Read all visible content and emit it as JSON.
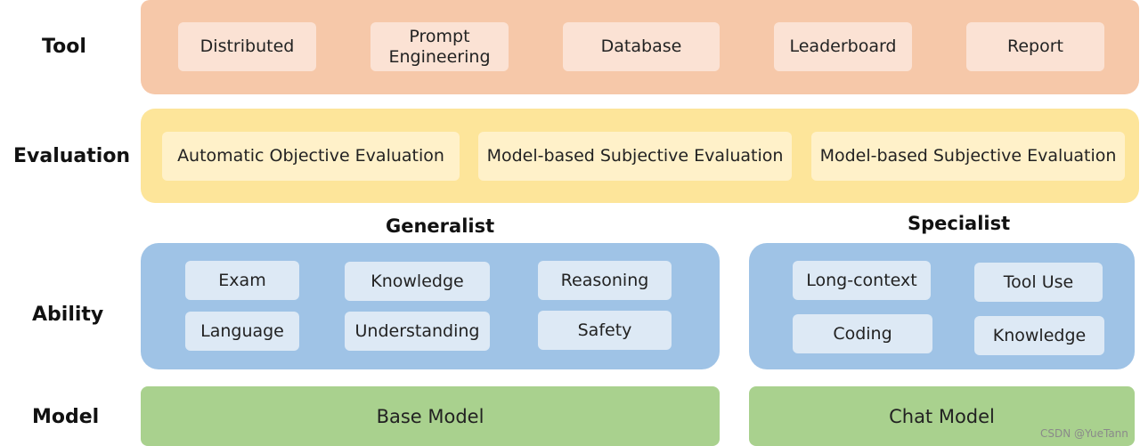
{
  "rows": {
    "tool": "Tool",
    "evaluation": "Evaluation",
    "ability": "Ability",
    "model": "Model"
  },
  "tool": {
    "items": [
      "Distributed",
      "Prompt\nEngineering",
      "Database",
      "Leaderboard",
      "Report"
    ]
  },
  "evaluation": {
    "items": [
      "Automatic Objective Evaluation",
      "Model-based Subjective Evaluation",
      "Model-based Subjective Evaluation"
    ]
  },
  "ability": {
    "generalist": {
      "title": "Generalist",
      "items": [
        "Exam",
        "Knowledge",
        "Reasoning",
        "Language",
        "Understanding",
        "Safety"
      ]
    },
    "specialist": {
      "title": "Specialist",
      "items": [
        "Long-context",
        "Tool Use",
        "Coding",
        "Knowledge"
      ]
    }
  },
  "model": {
    "base": "Base Model",
    "chat": "Chat Model"
  },
  "watermark": "CSDN @YueTann",
  "colors": {
    "tool_band": "#f6c8a9",
    "tool_box": "#fbe2d4",
    "evaluation_band": "#fde59a",
    "evaluation_box": "#fff1c9",
    "ability_band": "#9fc3e6",
    "ability_box": "#dde9f5",
    "model_band": "#a9d18e"
  }
}
